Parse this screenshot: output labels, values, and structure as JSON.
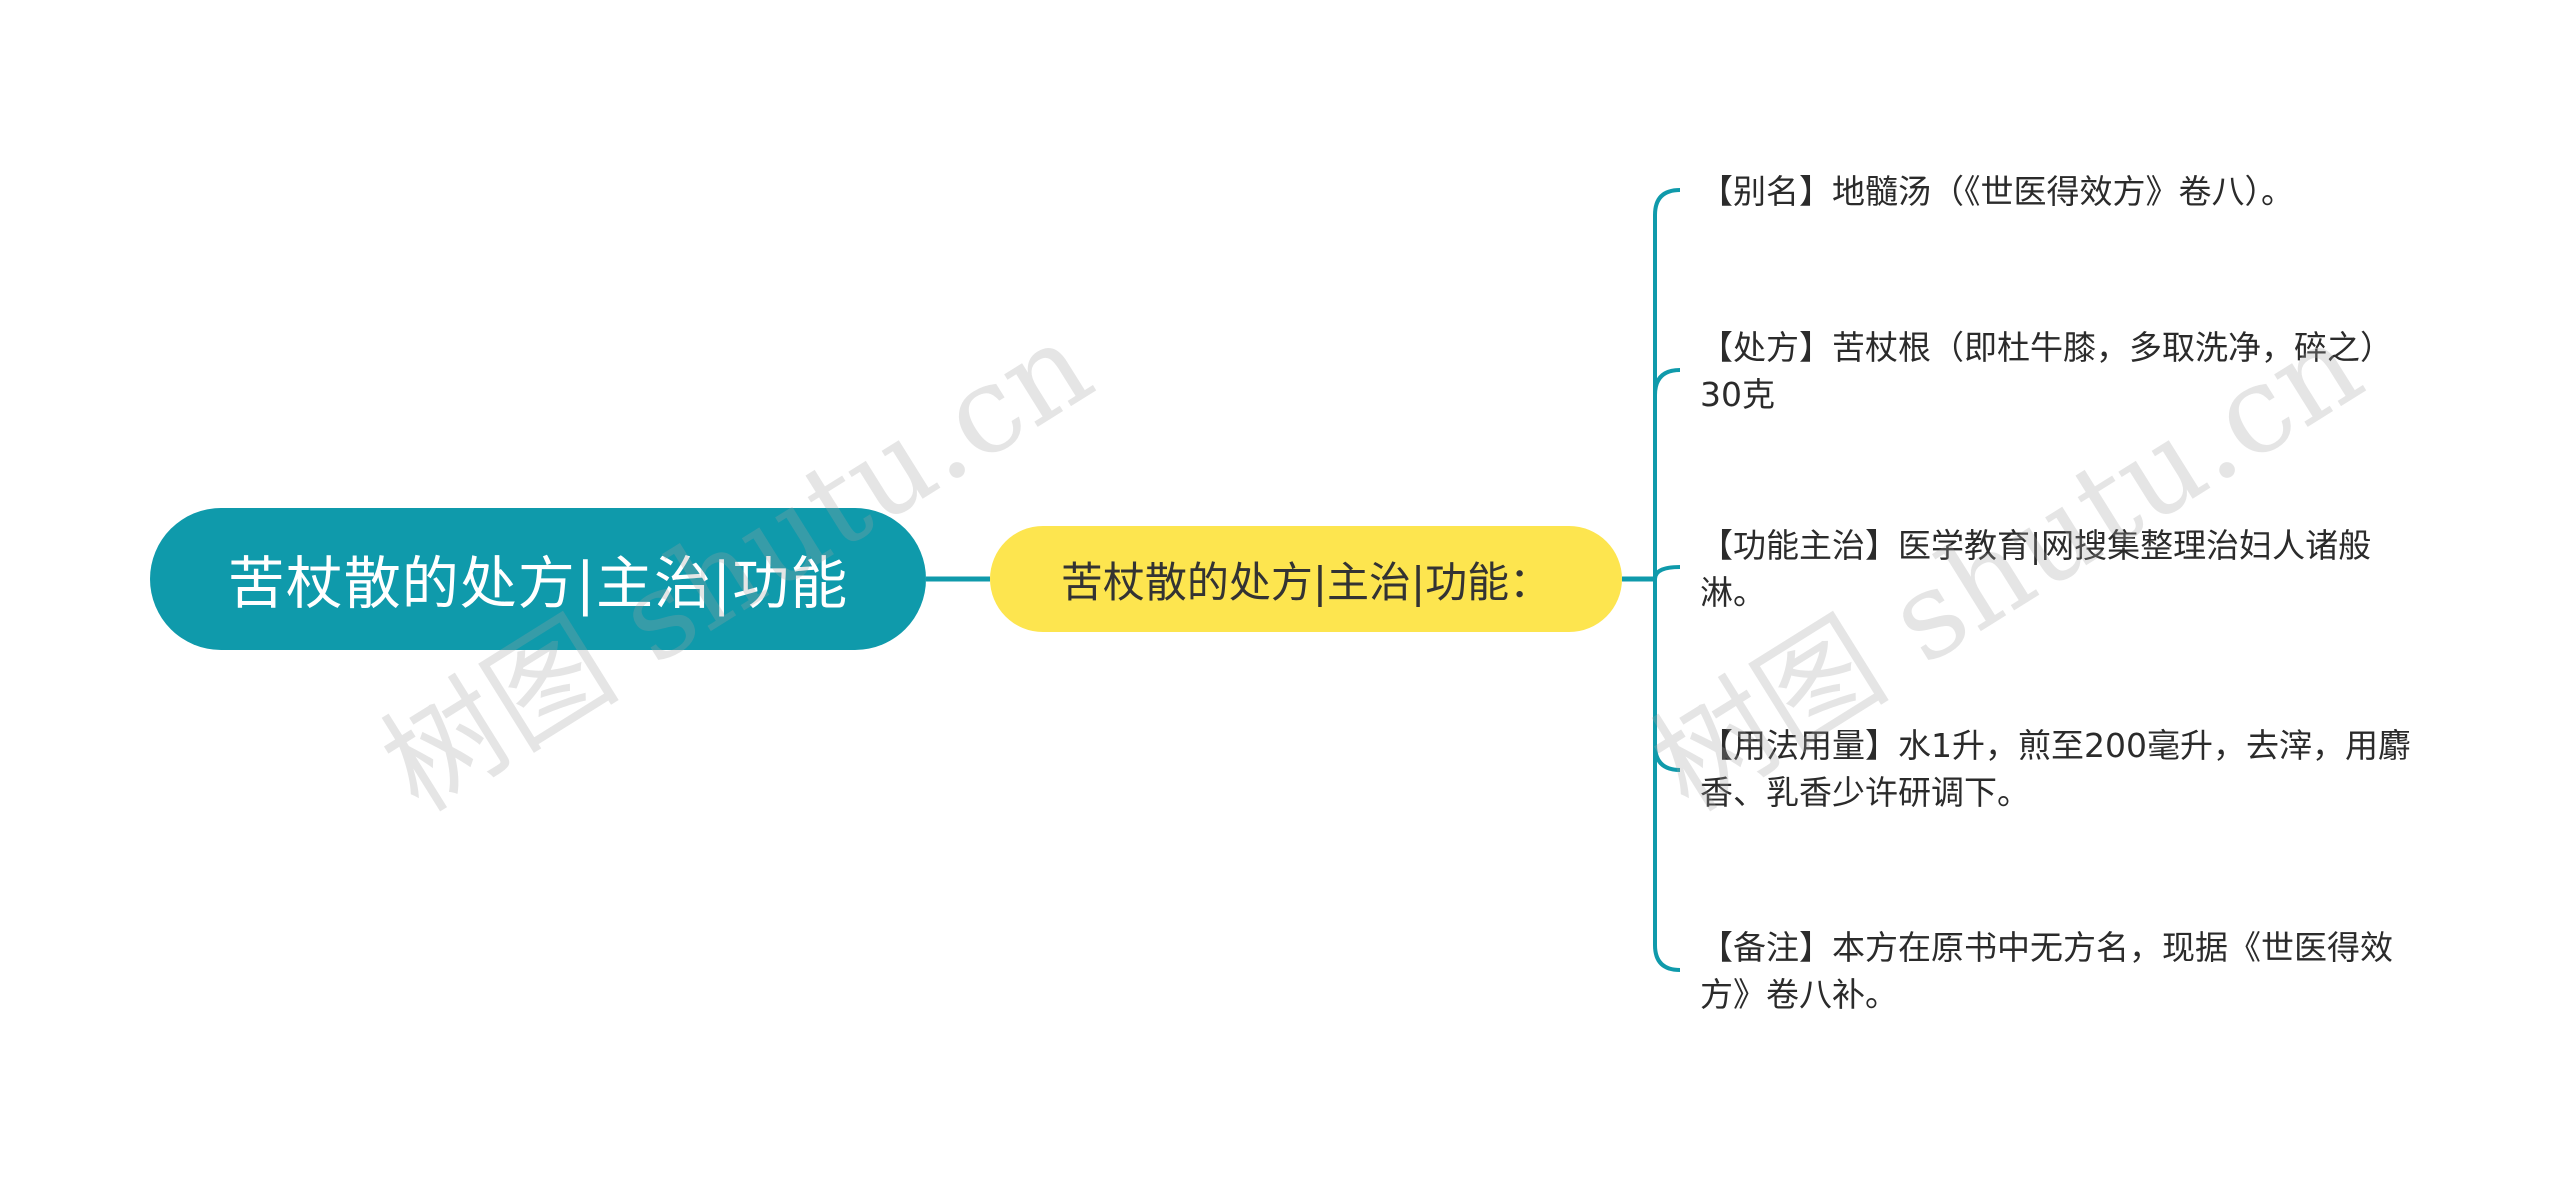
{
  "colors": {
    "root_bg": "#0f9aab",
    "mid_bg": "#fde54f",
    "connector": "#0f9aab"
  },
  "root": {
    "label": "苦杖散的处方|主治|功能"
  },
  "mid": {
    "label": "苦杖散的处方|主治|功能："
  },
  "leaves": [
    {
      "text": "【别名】地髓汤（《世医得效方》卷八）。"
    },
    {
      "text": "【处方】苦杖根（即杜牛膝，多取洗净，碎之）30克"
    },
    {
      "text": "【功能主治】医学教育|网搜集整理治妇人诸般淋。"
    },
    {
      "text": "【用法用量】水1升，煎至200毫升，去滓，用麝香、乳香少许研调下。"
    },
    {
      "text": "【备注】本方在原书中无方名，现据《世医得效方》卷八补。"
    }
  ],
  "watermarks": [
    "树图 shutu.cn",
    "树图 shutu.cn"
  ]
}
